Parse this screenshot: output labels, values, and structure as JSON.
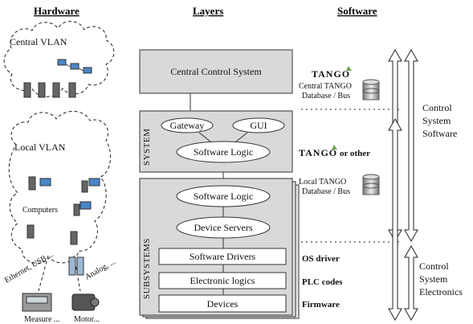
{
  "headers": {
    "hardware": "Hardware",
    "layers": "Layers",
    "software": "Software"
  },
  "hardware": {
    "central_vlan": "Central VLAN",
    "local_vlan": "Local VLAN",
    "computers": "Computers",
    "ethernet_usb": "Ethernet, USB ...",
    "analog": "Analog, ...",
    "measure": "Measure ...",
    "motor": "Motor..."
  },
  "layers": {
    "central_control": "Central Control System",
    "system_label": "SYSTEM",
    "gateway": "Gateway",
    "gui": "GUI",
    "software_logic_system": "Software Logic",
    "subsystems_label": "SUBSYSTEMS",
    "software_logic_sub": "Software Logic",
    "device_servers": "Device Servers",
    "software_drivers": "Software Drivers",
    "electronic_logics": "Electronic logics",
    "devices": "Devices"
  },
  "software": {
    "tango_logo_top": "TANGO",
    "central_tango_line1": "Central TANGO",
    "central_tango_line2": "Database / Bus",
    "tango_logo_mid": "TANGO",
    "or_other": "or other",
    "local_tango_line1": "Local TANGO",
    "local_tango_line2": "Database / Bus",
    "os_driver": "OS driver",
    "plc_codes": "PLC codes",
    "firmware": "Firmware",
    "control_system_software": [
      "Control",
      "System",
      "Software"
    ],
    "control_system_electronics": [
      "Control",
      "System",
      "Electronics"
    ]
  },
  "colors": {
    "box_fill": "#d9d9d9",
    "stroke": "#333333",
    "tango_green": "#6aa84f"
  }
}
